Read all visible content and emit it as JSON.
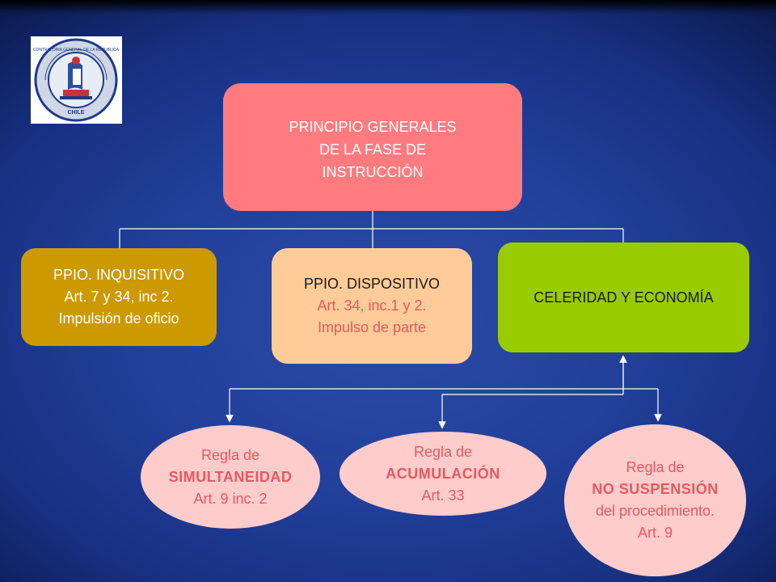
{
  "logo": {
    "name": "contraloria-seal",
    "ring_text": "CONTRALORIA GENERAL DE LA REPUBLICA",
    "country_text": "CHILE"
  },
  "main": {
    "line1": "PRINCIPIO GENERALES",
    "line2": "DE LA FASE DE",
    "line3": "INSTRUCCIÓN"
  },
  "principles": {
    "inquisitivo": {
      "line1": "PPIO. INQUISITIVO",
      "line2": "Art. 7 y  34, inc 2.",
      "line3": "Impulsión de oficio"
    },
    "dispositivo": {
      "line1": "PPIO. DISPOSITIVO",
      "line2": "Art. 34, inc.1 y 2.",
      "line3": "Impulso de parte"
    },
    "celeridad": {
      "line1": "CELERIDAD Y ECONOMÍA"
    }
  },
  "rules": {
    "simultaneidad": {
      "line1": "Regla de",
      "line2": "SIMULTANEIDAD",
      "line3": "Art. 9 inc. 2"
    },
    "acumulacion": {
      "line1": "Regla de",
      "line2": "ACUMULACIÓN",
      "line3": "Art. 33"
    },
    "no_suspension": {
      "line1": "Regla de",
      "line2": "NO SUSPENSIÓN",
      "line3": "del procedimiento.",
      "line4": "Art. 9"
    }
  },
  "colors": {
    "main_box": "#ff7b7f",
    "inquisitivo_box": "#cc9900",
    "dispositivo_box": "#ffcc99",
    "celeridad_box": "#99cc00",
    "rule_ellipse": "#ffcccc",
    "rule_text": "#e8585f",
    "connector": "#ffffff"
  }
}
